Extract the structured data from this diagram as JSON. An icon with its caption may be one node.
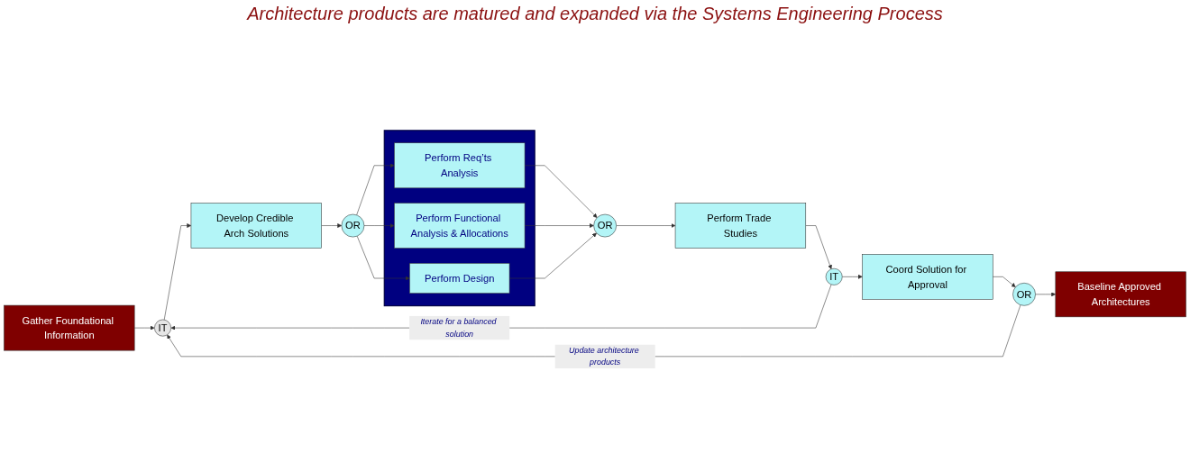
{
  "diagram": {
    "nodes": [
      {
        "text": [
          "Gather Foundational Information"
        ]
      },
      {
        "text": [
          "IT"
        ]
      },
      {
        "text": [
          "Develop Credible Arch Solutions"
        ]
      },
      {
        "text": [
          "OR"
        ]
      },
      {
        "text": [],
        "shape": "box"
      },
      {
        "text": [
          "Perform Req’ts Analysis"
        ],
        "in": 4
      },
      {
        "text": [
          "Perform Functional Analysis & Allocations"
        ],
        "in": 4
      },
      {
        "text": [
          "Perform Design"
        ],
        "in": 4
      },
      {
        "text": [
          "OR"
        ]
      },
      {
        "text": [
          "Perform Trade Studies"
        ]
      },
      {
        "text": [
          "IT"
        ]
      },
      {
        "text": [
          "Coord Solution for Approval"
        ]
      },
      {
        "text": [
          "OR"
        ]
      },
      {
        "text": [
          "Baseline Approved Architectures"
        ]
      }
    ],
    "edges": [
      {
        "from": 0,
        "to": 1,
        "arrow": "to"
      },
      {
        "from": 1,
        "to": 2,
        "arrow": "to"
      },
      {
        "from": 2,
        "to": 3,
        "arrow": "to"
      },
      {
        "from": 3,
        "to": 5,
        "arrow": "to"
      },
      {
        "from": 3,
        "to": 6,
        "arrow": "to"
      },
      {
        "from": 3,
        "to": 7,
        "arrow": "to"
      },
      {
        "from": 5,
        "to": 8,
        "arrow": "to"
      },
      {
        "from": 6,
        "to": 8,
        "arrow": "to"
      },
      {
        "from": 7,
        "to": 8,
        "arrow": "to"
      },
      {
        "from": 8,
        "to": 9,
        "arrow": "to"
      },
      {
        "from": 9,
        "to": 10,
        "arrow": "to"
      },
      {
        "from": 10,
        "to": 1,
        "arrow": "to",
        "label": "Iterate for a balanced solution"
      },
      {
        "from": 10,
        "to": 11,
        "arrow": "to"
      },
      {
        "from": 11,
        "to": 12,
        "arrow": "to"
      },
      {
        "from": 12,
        "to": 13,
        "arrow": "to"
      },
      {
        "from": 12,
        "to": 1,
        "arrow": "to",
        "label": "Update architecture products"
      }
    ],
    "labels": [
      "Architecture products are matured and expanded via the Systems Engineering Process"
    ]
  }
}
